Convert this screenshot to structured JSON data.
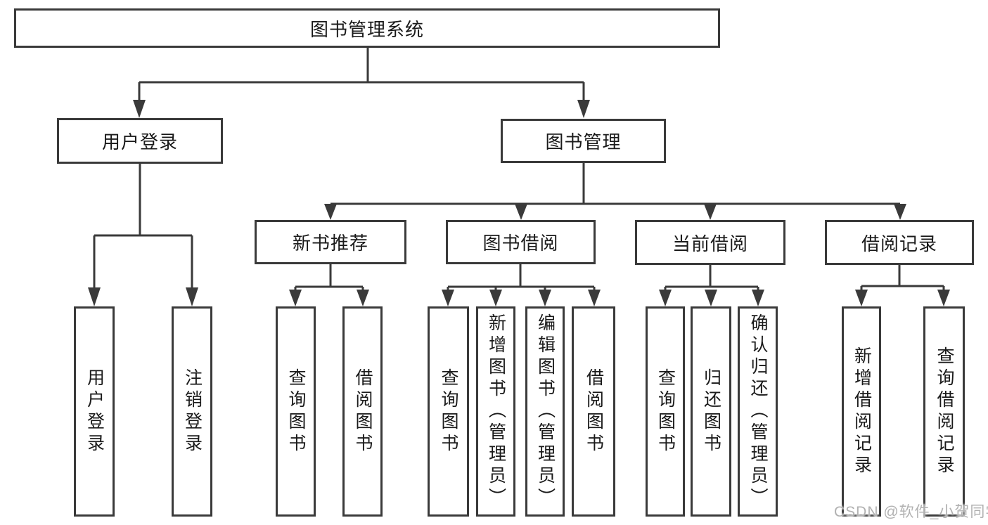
{
  "tree": {
    "root": {
      "label": "图书管理系统"
    },
    "level2": [
      {
        "label": "用户登录"
      },
      {
        "label": "图书管理"
      }
    ],
    "level3": [
      {
        "label": "新书推荐",
        "parent": "图书管理"
      },
      {
        "label": "图书借阅",
        "parent": "图书管理"
      },
      {
        "label": "当前借阅",
        "parent": "图书管理"
      },
      {
        "label": "借阅记录",
        "parent": "图书管理"
      }
    ],
    "leaves": [
      {
        "label": "用户登录",
        "parent": "用户登录"
      },
      {
        "label": "注销登录",
        "parent": "用户登录"
      },
      {
        "label": "查询图书",
        "parent": "新书推荐"
      },
      {
        "label": "借阅图书",
        "parent": "新书推荐"
      },
      {
        "label": "查询图书",
        "parent": "图书借阅"
      },
      {
        "label": "新增图书（管理员）",
        "parent": "图书借阅"
      },
      {
        "label": "编辑图书（管理员）",
        "parent": "图书借阅"
      },
      {
        "label": "借阅图书",
        "parent": "图书借阅"
      },
      {
        "label": "查询图书",
        "parent": "当前借阅"
      },
      {
        "label": "归还图书",
        "parent": "当前借阅"
      },
      {
        "label": "确认归还（管理员）",
        "parent": "当前借阅"
      },
      {
        "label": "新增借阅记录",
        "parent": "借阅记录"
      },
      {
        "label": "查询借阅记录",
        "parent": "借阅记录"
      }
    ]
  },
  "watermark": {
    "text": "CSDN @软件_小贺同学"
  },
  "colors": {
    "line": "#3a3a3a",
    "text": "#1a1a1a",
    "background": "#ffffff",
    "watermark": "#b1b1b1"
  }
}
